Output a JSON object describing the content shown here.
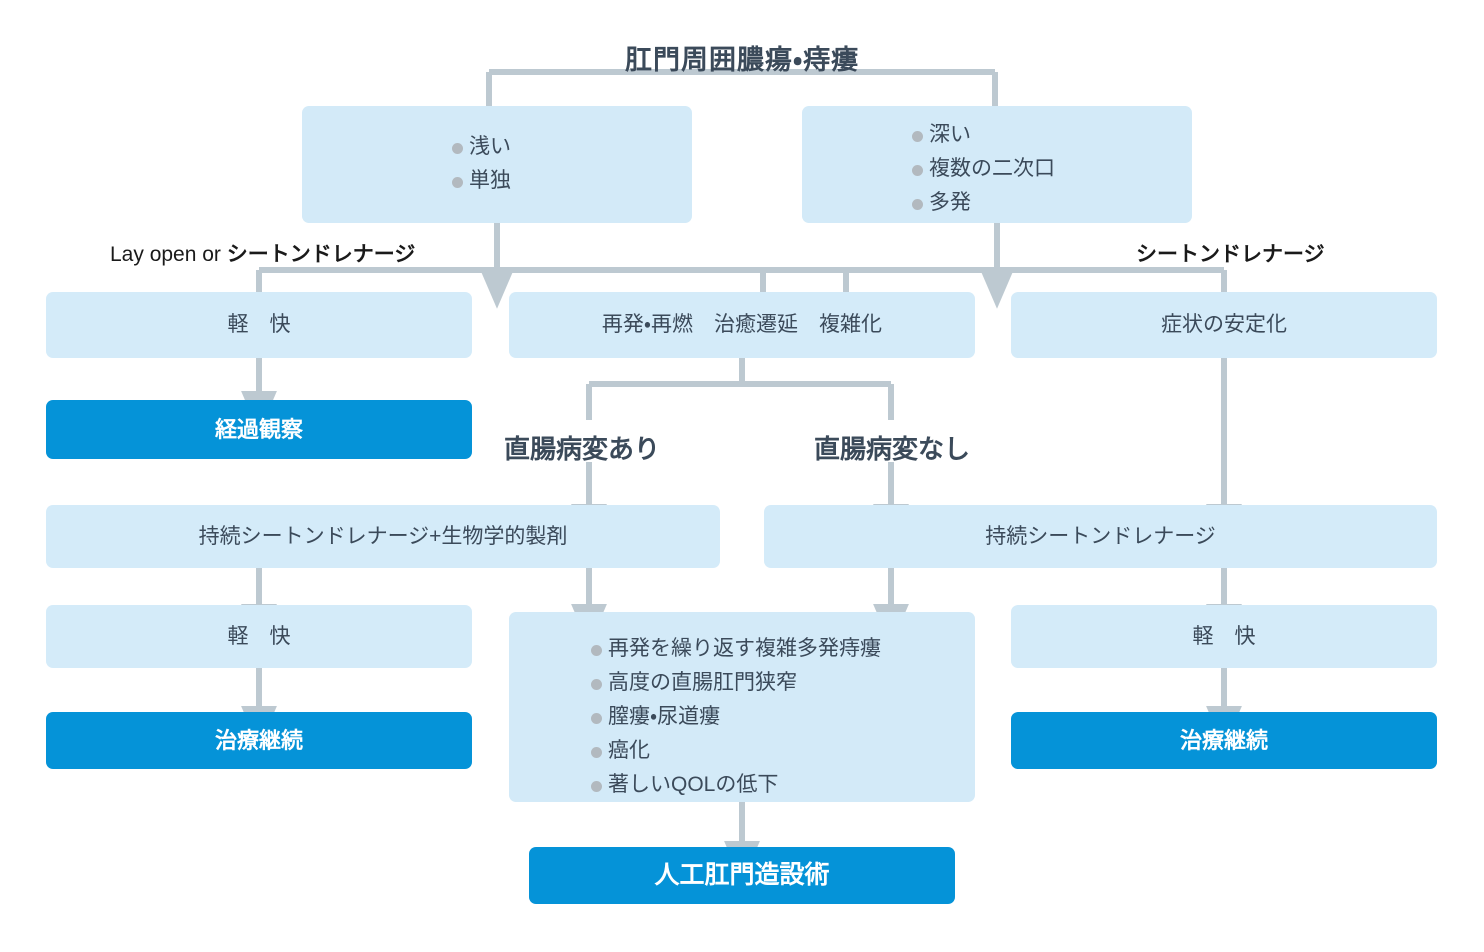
{
  "diagram": {
    "title": "肛門周囲膿瘍・痔瘻",
    "colors": {
      "box_light": "#d3eaf8",
      "box_solid": "#0593d8",
      "connector": "#bdc9d1",
      "text_dark": "#3b4a5a",
      "text_white": "#ffffff",
      "bullet_dot": "#b2b9bf"
    }
  },
  "nodes": {
    "root": {
      "label": "肛門周囲膿瘍・痔瘻"
    },
    "shallow": {
      "bullets": [
        "浅い",
        "単独"
      ]
    },
    "deep": {
      "bullets": [
        "深い",
        "複数の二次口",
        "多発"
      ]
    },
    "improved_left": {
      "label": "軽　快"
    },
    "recurrence": {
      "label": "再発・再燃　治癒遷延　複雑化"
    },
    "stabilized": {
      "label": "症状の安定化"
    },
    "observation": {
      "label": "経過観察"
    },
    "seton_bio": {
      "label": "持続シートンドレナージ+生物学的製剤"
    },
    "seton_only": {
      "label": "持続シートンドレナージ"
    },
    "improved_mid": {
      "label": "軽　快"
    },
    "improved_right": {
      "label": "軽　快"
    },
    "continue_left": {
      "label": "治療継続"
    },
    "continue_right": {
      "label": "治療継続"
    },
    "severe": {
      "bullets": [
        "再発を繰り返す複雑多発痔瘻",
        "高度の直腸肛門狭窄",
        "膣瘻・尿道瘻",
        "癌化",
        "著しいQOLの低下"
      ]
    },
    "stoma": {
      "label": "人工肛門造設術"
    }
  },
  "edge_labels": {
    "lay_open_prefix": "Lay open or ",
    "lay_open_suffix": "シートンドレナージ",
    "seton_drainage": "シートンドレナージ",
    "rectal_lesion_yes": "直腸病変あり",
    "rectal_lesion_no": "直腸病変なし"
  }
}
